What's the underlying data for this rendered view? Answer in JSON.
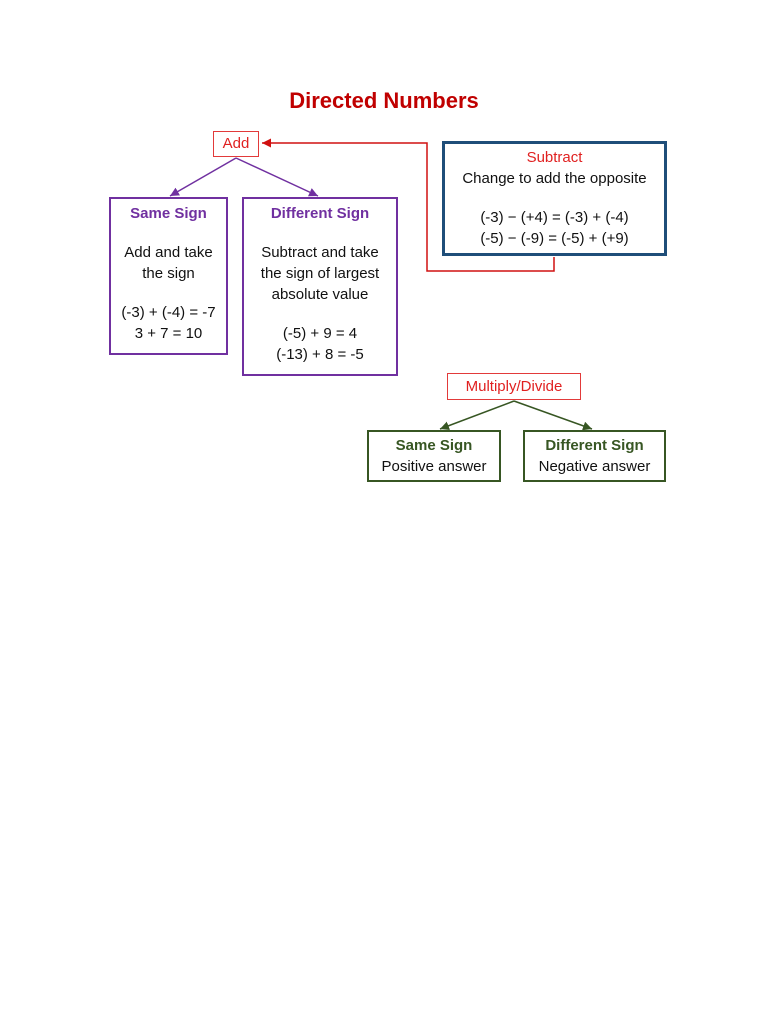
{
  "title": "Directed Numbers",
  "colors": {
    "title": "#c00000",
    "operation": "#e02020",
    "add_branch": "#7030a0",
    "subtract_border": "#1f4e79",
    "multiply_branch": "#375623"
  },
  "add": {
    "label": "Add",
    "same_sign": {
      "heading": "Same Sign",
      "rule_lines": [
        "Add and take",
        "the sign"
      ],
      "examples": [
        "(-3) + (-4) = -7",
        "3 + 7 = 10"
      ]
    },
    "different_sign": {
      "heading": "Different Sign",
      "rule_lines": [
        "Subtract and take",
        "the sign of largest",
        "absolute value"
      ],
      "examples": [
        "(-5) + 9 = 4",
        "(-13) + 8 = -5"
      ]
    }
  },
  "subtract": {
    "heading": "Subtract",
    "rule": "Change to add the opposite",
    "examples": [
      "(-3) − (+4) = (-3) + (-4)",
      "(-5) − (-9) = (-5) + (+9)"
    ]
  },
  "multiply_divide": {
    "label": "Multiply/Divide",
    "same_sign": {
      "heading": "Same Sign",
      "rule": "Positive answer"
    },
    "different_sign": {
      "heading": "Different Sign",
      "rule": "Negative answer"
    }
  }
}
